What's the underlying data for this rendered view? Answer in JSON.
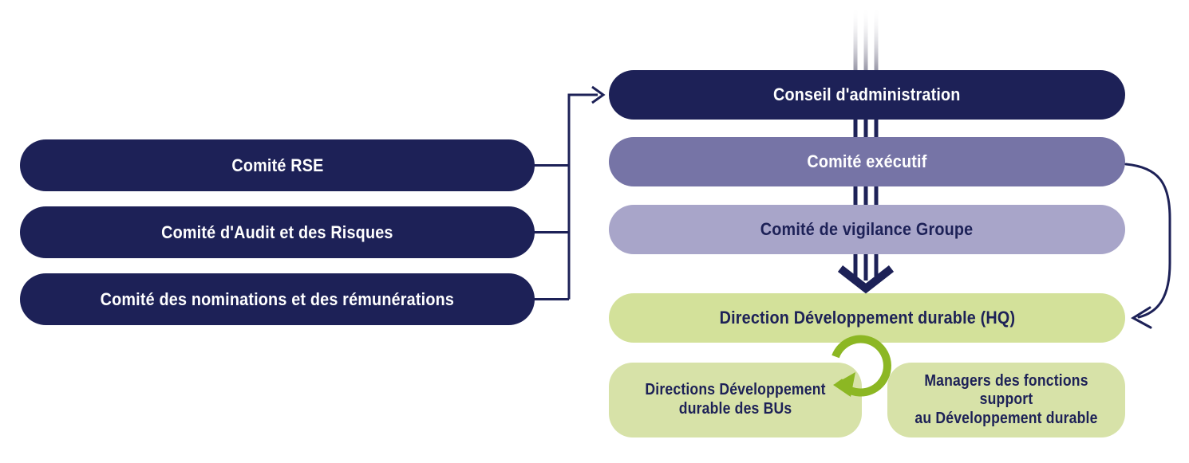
{
  "diagram_title": "Gouvernance du développement durable (organigramme)",
  "palette": {
    "navy": "#1d2157",
    "exec_purple": "#7674a6",
    "vigilance_purple": "#a8a5c9",
    "hq_green": "#d3e19a",
    "bottom_green": "#d7e2a8",
    "cycle_green": "#8cb723",
    "fade_line_gray": "#a5a4b2"
  },
  "nodes": {
    "comite_rse": {
      "label": "Comité RSE"
    },
    "comite_audit": {
      "label": "Comité d'Audit et des Risques"
    },
    "comite_nomin": {
      "label": "Comité des nominations et des rémunérations"
    },
    "conseil": {
      "label": "Conseil d'administration"
    },
    "comite_exec": {
      "label": "Comité exécutif"
    },
    "vigilance": {
      "label": "Comité de vigilance Groupe"
    },
    "direction_hq": {
      "label": "Direction Développement durable (HQ)"
    },
    "directions_bus": {
      "label": "Directions Développement\ndurable des BUs"
    },
    "managers": {
      "label": "Managers des fonctions support\nau Développement durable"
    }
  },
  "connectors": {
    "committees_to_conseil": "Comités → Conseil d'administration (flèche)",
    "triple_flow_down": "Flux vertical triple → Direction Développement durable (HQ)",
    "exec_to_hq_curve": "Comité exécutif → Direction Développement durable (HQ) (flèche courbe)",
    "bus_managers_cycle": "Cycle entre Directions BUs et Managers support"
  }
}
